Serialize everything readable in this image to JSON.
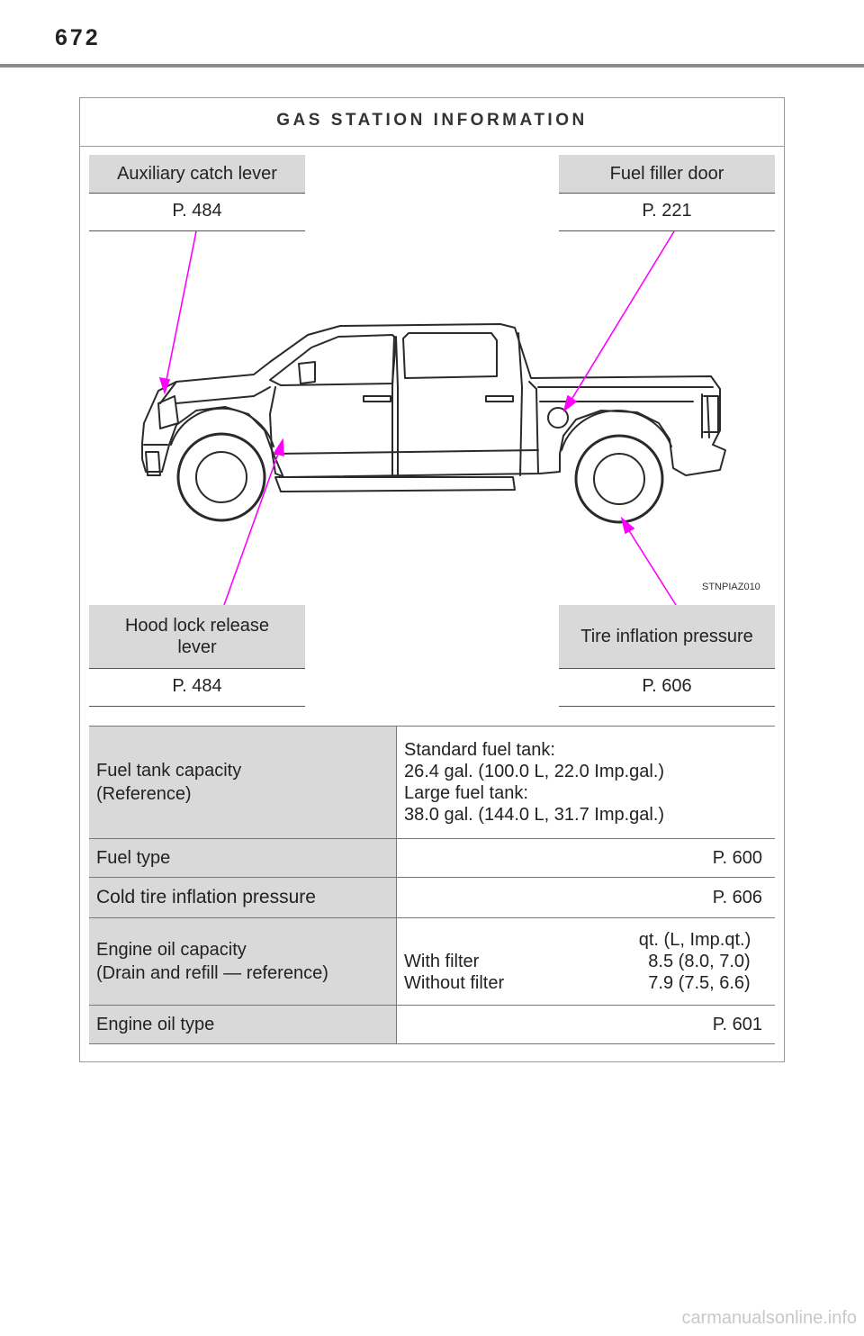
{
  "page": {
    "number": "672",
    "watermark": "carmanualsonline.info"
  },
  "panel": {
    "title": "GAS STATION INFORMATION",
    "figure_code": "STNPIAZ010"
  },
  "callouts": {
    "aux_catch_lever": {
      "label": "Auxiliary catch lever",
      "page": "P. 484"
    },
    "fuel_filler_door": {
      "label": "Fuel filler door",
      "page": "P. 221"
    },
    "hood_lock_release": {
      "label_line1": "Hood lock release",
      "label_line2": "lever",
      "page": "P. 484"
    },
    "tire_inflation": {
      "label": "Tire inflation pressure",
      "page": "P. 606"
    }
  },
  "colors": {
    "leader_lines": "#ff00ff",
    "label_fill": "#d9d9d9"
  },
  "specs": {
    "fuel_tank": {
      "label_line1": "Fuel tank capacity",
      "label_line2": "(Reference)",
      "value_line1": "Standard fuel tank:",
      "value_line2": "26.4 gal. (100.0 L, 22.0 Imp.gal.)",
      "value_line3": "Large fuel tank:",
      "value_line4": "38.0 gal. (144.0 L, 31.7 Imp.gal.)"
    },
    "fuel_type": {
      "label": "Fuel type",
      "value": "P. 600"
    },
    "cold_tire": {
      "label": "Cold tire inflation pressure",
      "value": "P. 606"
    },
    "engine_oil_capacity": {
      "label_line1": "Engine oil capacity",
      "label_line2": "(Drain and refill — reference)",
      "unit": "qt. (L, Imp.qt.)",
      "with_filter_label": "With filter",
      "with_filter_value": "8.5 (8.0, 7.0)",
      "without_filter_label": "Without filter",
      "without_filter_value": "7.9 (7.5, 6.6)"
    },
    "engine_oil_type": {
      "label": "Engine oil type",
      "value": "P. 601"
    }
  }
}
